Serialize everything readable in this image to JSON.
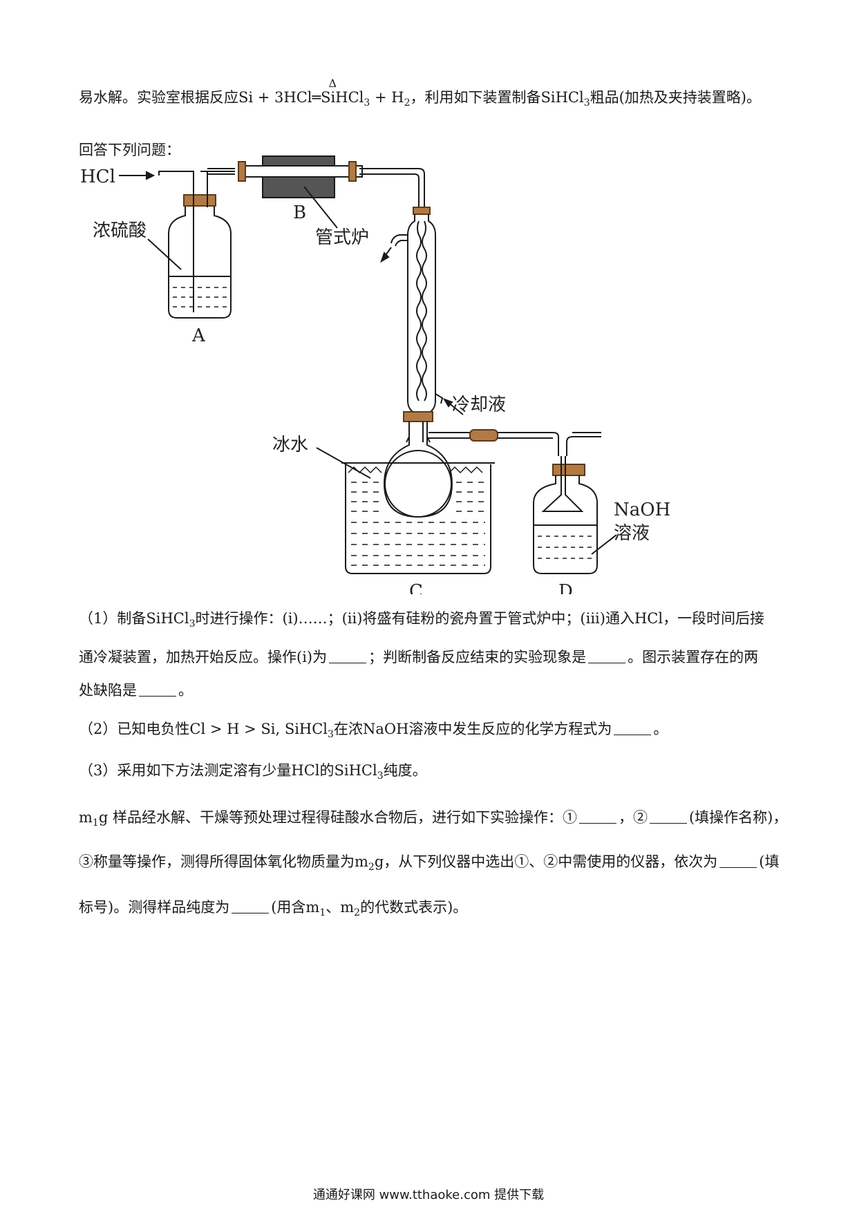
{
  "intro": {
    "text_a": "易水解。实验室根据反应",
    "reaction_lhs": "Si + 3HCl",
    "heat_symbol": "Δ",
    "reaction_eq": "═",
    "product1": "SiHCl",
    "product1_sub": "3",
    "plus": " + H",
    "h2_sub": "2",
    "text_b": "，利用如下装置制备",
    "target": "SiHCl",
    "target_sub": "3",
    "text_c": "粗品(加热及夹持装置略)。"
  },
  "prompt": "回答下列问题：",
  "figure": {
    "hcl_label": "HCl",
    "a_acid_label": "浓硫酸",
    "a_label": "A",
    "b_label": "B",
    "furnace_label": "管式炉",
    "coolant_label": "冷却液",
    "ice_label": "冰水",
    "c_label": "C",
    "naoh_label_1": "NaOH",
    "naoh_label_2": "溶液",
    "d_label": "D"
  },
  "q1": {
    "line1_a": "（1）制备",
    "line1_chem": "SiHCl",
    "line1_sub": "3",
    "line1_b": "时进行操作：(i)……；(ii)将盛有硅粉的瓷舟置于管式炉中；(iii)通入",
    "line1_hcl": "HCl",
    "line1_c": "，一段时间后接",
    "line2_a": "通冷凝装置，加热开始反应。操作(i)为",
    "line2_b": "；判断制备反应结束的实验现象是",
    "line2_c": "。图示装置存在的两",
    "line3_a": "处缺陷是",
    "line3_b": "。"
  },
  "q2": {
    "a": "（2）已知电负性",
    "en": "Cl > H > Si, SiHCl",
    "en_sub": "3",
    "b": "在浓",
    "naoh": "NaOH",
    "c": "溶液中发生反应的化学方程式为",
    "d": "。"
  },
  "q3": {
    "a": "（3）采用如下方法测定溶有少量",
    "hcl": "HCl",
    "b": "的",
    "chem": "SiHCl",
    "chem_sub": "3",
    "c": "纯度。"
  },
  "q3_body": {
    "l1_m": "m",
    "l1_sub": "1",
    "l1_a": "g 样品经水解、干燥等预处理过程得硅酸水合物后，进行如下实验操作：①",
    "l1_b": "，②",
    "l1_c": "(填操作名称)，",
    "l2_a": "③称量等操作，测得所得固体氧化物质量为",
    "l2_m": "m",
    "l2_sub": "2",
    "l2_b": "g，从下列仪器中选出①、②中需使用的仪器，依次为",
    "l2_c": "(填",
    "l3_a": "标号)。测得样品纯度为",
    "l3_b": "(用含",
    "l3_m1": "m",
    "l3_m1_sub": "1",
    "l3_sep": "、",
    "l3_m2": "m",
    "l3_m2_sub": "2",
    "l3_c": "的代数式表示)。"
  },
  "footer": "通通好课网  www.tthaoke.com  提供下载"
}
